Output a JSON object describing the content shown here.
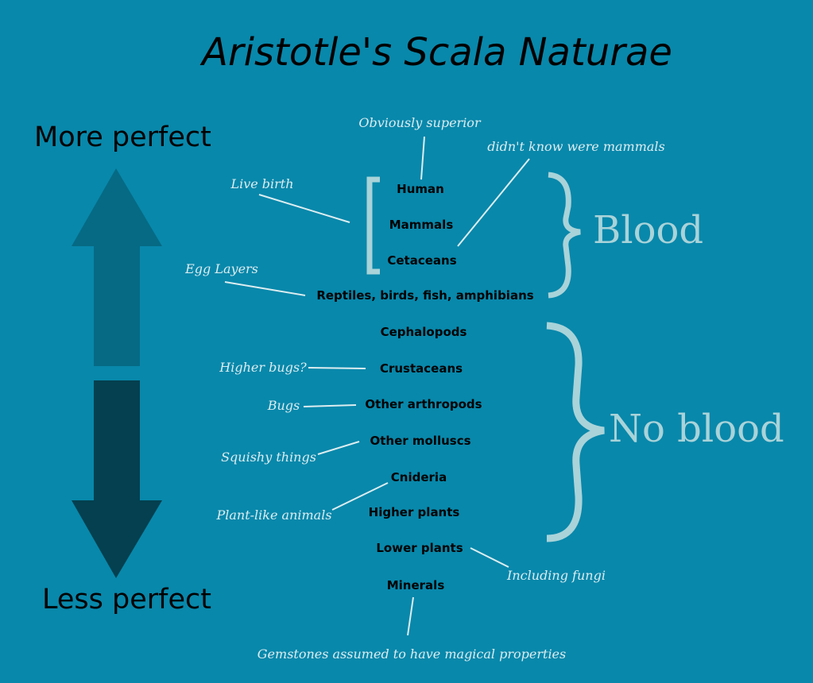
{
  "title": "Aristotle's Scala Naturae",
  "scale": {
    "top_label": "More perfect",
    "bottom_label": "Less perfect"
  },
  "items": [
    "Human",
    "Mammals",
    "Cetaceans",
    "Reptiles, birds, fish, amphibians",
    "Cephalopods",
    "Crustaceans",
    "Other arthropods",
    "Other molluscs",
    "Cnideria",
    "Higher plants",
    "Lower plants",
    "Minerals"
  ],
  "notes": [
    "Obviously superior",
    "didn't know were mammals",
    "Live birth",
    "Egg Layers",
    "Higher bugs?",
    "Bugs",
    "Squishy things",
    "Plant-like animals",
    "Including fungi",
    "Gemstones assumed to have magical properties"
  ],
  "groups": {
    "blood": "Blood",
    "no_blood": "No blood"
  },
  "colors": {
    "background": "#0888ab",
    "up_arrow": "#066a84",
    "down_arrow": "#04404f",
    "accent": "#a9d3d9"
  }
}
